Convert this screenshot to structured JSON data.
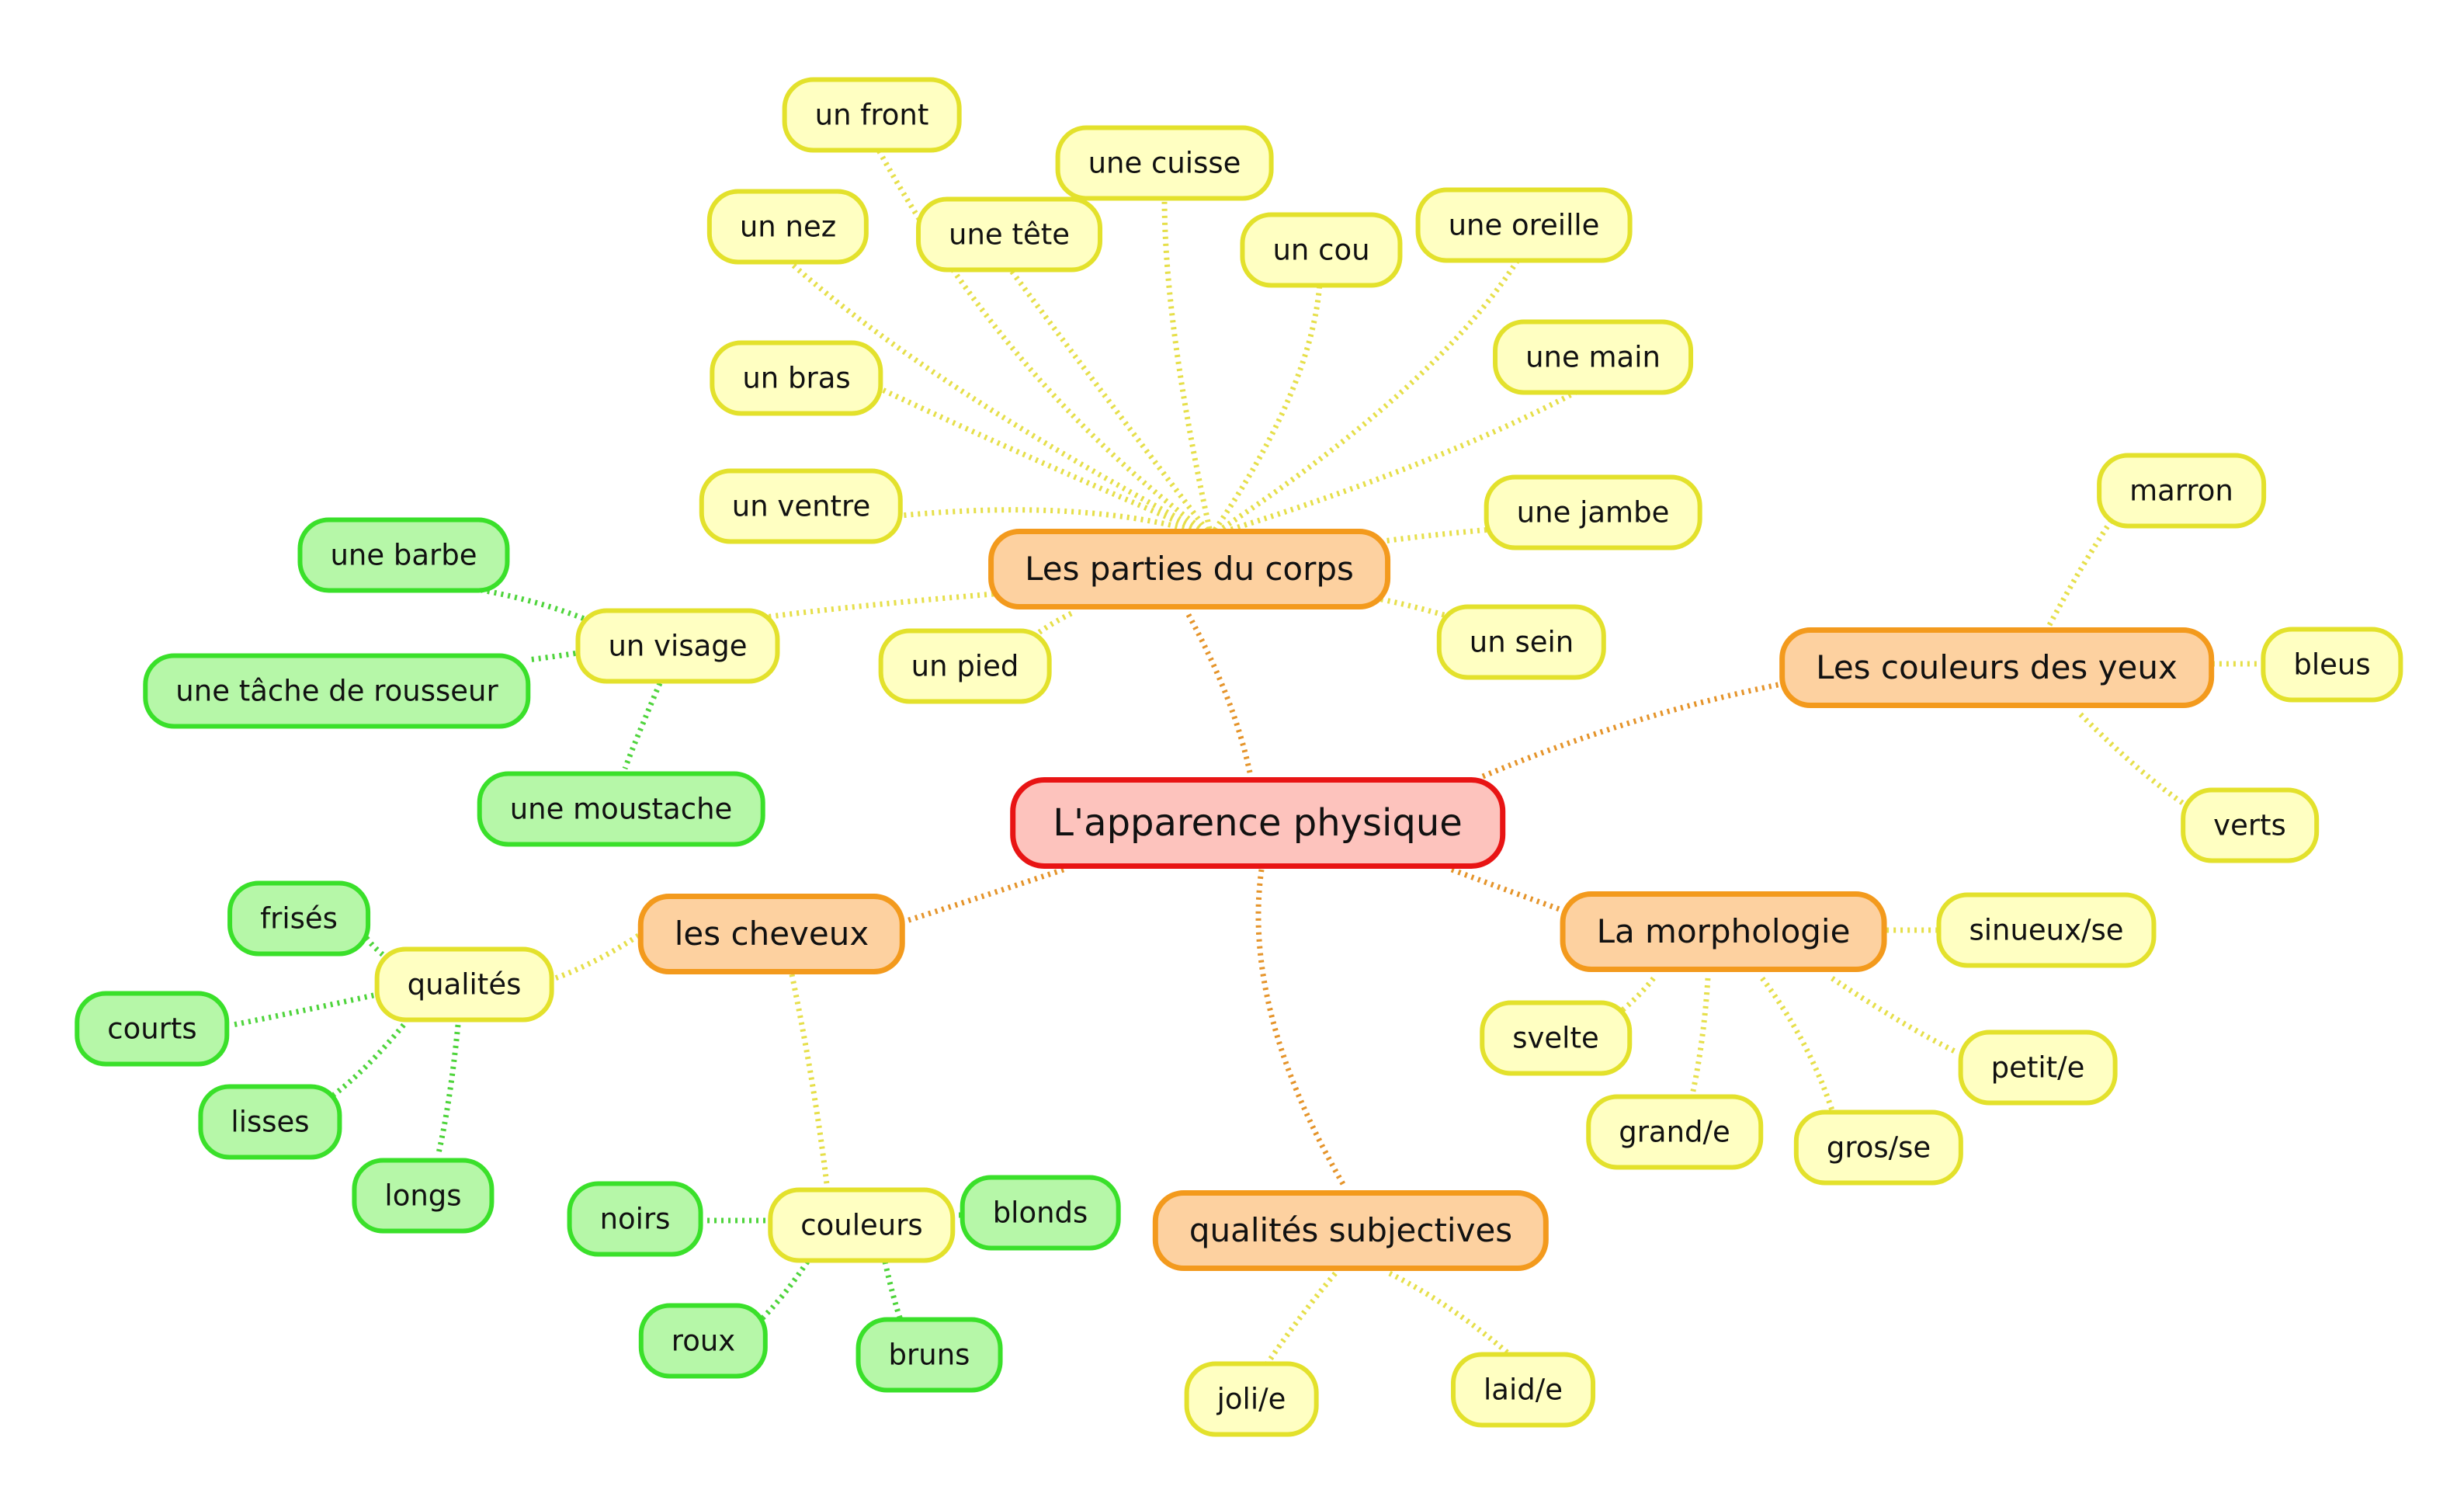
{
  "diagram": {
    "center": {
      "label": "L'apparence physique"
    },
    "branches": {
      "corps": {
        "label": "Les parties du corps",
        "items": {
          "front": "un front",
          "cuisse": "une cuisse",
          "nez": "un nez",
          "tete": "une tête",
          "cou": "un cou",
          "oreille": "une oreille",
          "bras": "un bras",
          "main": "une main",
          "ventre": "un ventre",
          "jambe": "une jambe",
          "visage": "un visage",
          "pied": "un pied",
          "sein": "un sein"
        },
        "visage_items": {
          "barbe": "une barbe",
          "tache": "une tâche de rousseur",
          "moustache": "une moustache"
        }
      },
      "yeux": {
        "label": "Les couleurs des yeux",
        "items": {
          "marron": "marron",
          "bleus": "bleus",
          "verts": "verts"
        }
      },
      "cheveux": {
        "label": "les cheveux",
        "qualites": {
          "label": "qualités",
          "items": {
            "frises": "frisés",
            "courts": "courts",
            "lisses": "lisses",
            "longs": "longs"
          }
        },
        "couleurs": {
          "label": "couleurs",
          "items": {
            "noirs": "noirs",
            "blonds": "blonds",
            "roux": "roux",
            "bruns": "bruns"
          }
        }
      },
      "morpho": {
        "label": "La morphologie",
        "items": {
          "sinueux": "sinueux/se",
          "svelte": "svelte",
          "petit": "petit/e",
          "grand": "grand/e",
          "gros": "gros/se"
        }
      },
      "subjectives": {
        "label": "qualités subjectives",
        "items": {
          "joli": "joli/e",
          "laid": "laid/e"
        }
      }
    }
  },
  "colors": {
    "center_fill": "#fdc3bd",
    "center_border": "#e81414",
    "branch_fill": "#fdd1a0",
    "branch_border": "#f39a1d",
    "leaf_fill": "#ffffc2",
    "leaf_border": "#e3e12c",
    "detail_fill": "#b6f7a8",
    "detail_border": "#3ae02a"
  }
}
